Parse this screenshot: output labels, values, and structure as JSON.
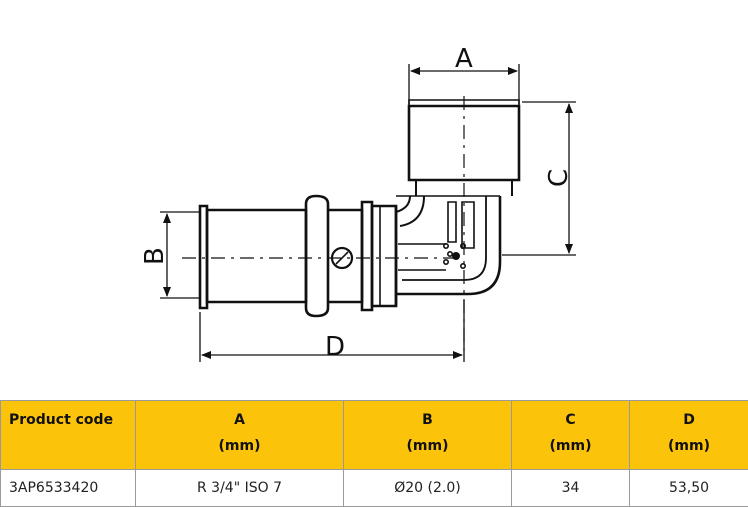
{
  "drawing": {
    "dimension_labels": {
      "a": "A",
      "b": "B",
      "c": "C",
      "d": "D"
    }
  },
  "table": {
    "headers": [
      {
        "name": "Product code",
        "unit": ""
      },
      {
        "name": "A",
        "unit": "(mm)"
      },
      {
        "name": "B",
        "unit": "(mm)"
      },
      {
        "name": "C",
        "unit": "(mm)"
      },
      {
        "name": "D",
        "unit": "(mm)"
      }
    ],
    "rows": [
      [
        "3AP6533420",
        "R 3/4\" ISO 7",
        "Ø20 (2.0)",
        "34",
        "53,50"
      ]
    ],
    "colors": {
      "header_bg": "#fcc30b",
      "border": "#9a9a9a"
    }
  }
}
